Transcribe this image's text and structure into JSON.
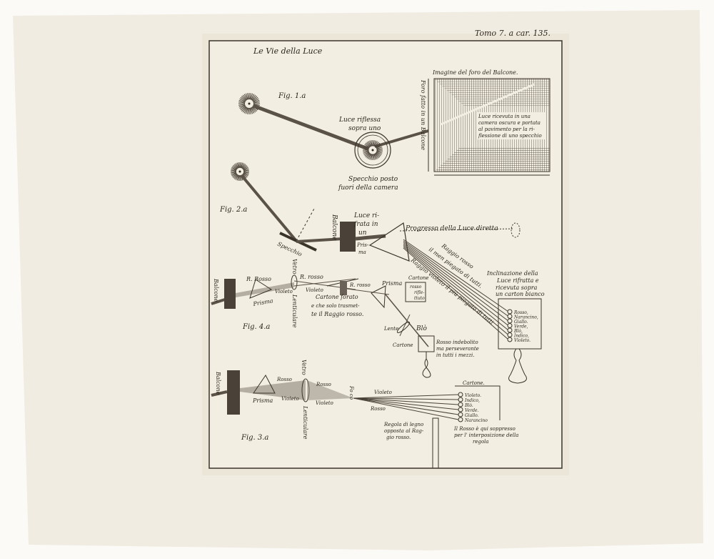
{
  "header": {
    "page_ref": "Tomo 7. a car. 135."
  },
  "plate": {
    "title": "Le Vie della Luce",
    "fig1": {
      "label": "Fig. 1.a",
      "mirror_top": [
        "Luce riflessa",
        "sopra uno"
      ],
      "mirror_bottom": [
        "Specchio posto",
        "fuori della camera"
      ],
      "image_title": "Imagine del foro del Balcone.",
      "hole_label": "Foro fatto in un Balcone",
      "room_note": [
        "Luce ricevuta in una",
        "camera oscura e portata",
        "al pavimento per la ri-",
        "flessione di uno specchio"
      ]
    },
    "fig2": {
      "label": "Fig. 2.a",
      "balcone": "Balcone",
      "specchio": "Specchio",
      "refracted": [
        "Luce ri-",
        "frata in",
        "un"
      ],
      "prisma": [
        "Pris-",
        "ma"
      ],
      "direct": "Progresso della Luce diretta",
      "red_ray": [
        "Raggio rosso",
        "il men piegato di tutti."
      ],
      "violet_ray": "Raggio violeto il più piegato di tutti",
      "inclination": [
        "Inclinazione della",
        "Luce rifratta e",
        "ricevuta sopra",
        "un carton bianco"
      ],
      "colors": [
        "Rosso,",
        "Narancino,",
        "Giallo.",
        "Verde,",
        "Blò,",
        "Indico,",
        "Violeto."
      ]
    },
    "fig4": {
      "label": "Fig. 4.a",
      "balcone": "Balcone",
      "r_rosso_1": "R. Rosso",
      "prisma_1": "Prisma",
      "violeto_1": "Violeto",
      "vetro": "Vetro",
      "lenticulare": "Lenticulare",
      "r_rosso_2": "R. rosso",
      "violeto_2": "Violeto",
      "r_rosso_3": "R. rosso",
      "forato": [
        "Cartone forato",
        "e che solo trasmet-",
        "te il Raggio rosso."
      ],
      "prisma_2": "Prisma",
      "cartone_top": "Cartone",
      "rosso_riflettuto": [
        "rosso",
        "rifle-",
        "ttuto"
      ],
      "lente": "Lente",
      "blo": "Blò",
      "cartone_bottom": "Cartone",
      "weakened": [
        "Rosso indebolito",
        "ma perseverante",
        "in tutti i mezzi."
      ]
    },
    "fig3": {
      "label": "Fig. 3.a",
      "balcone": "Balcone",
      "rosso_1": "Rosso",
      "prisma": "Prisma",
      "violeto_1": "Violeto",
      "vetro": "Vetro",
      "lenticulare": "Lenticulare",
      "rosso_2": "Rosso",
      "violeto_2": "Violeto",
      "foco": "Fo co",
      "violeto_3": "Violeto",
      "rosso_3": "Rosso",
      "cartone": "Cartone.",
      "colors": [
        "Violeto.",
        "Indico,",
        "Blò.",
        "Verde.",
        "Giallo.",
        "Narancino"
      ],
      "regola": [
        "Regola di legno",
        "opposta al Rag-",
        "gio rosso."
      ],
      "suppressed": [
        "Il Rosso è qui soppresso",
        "per l' interposizione della",
        "regola"
      ]
    }
  }
}
